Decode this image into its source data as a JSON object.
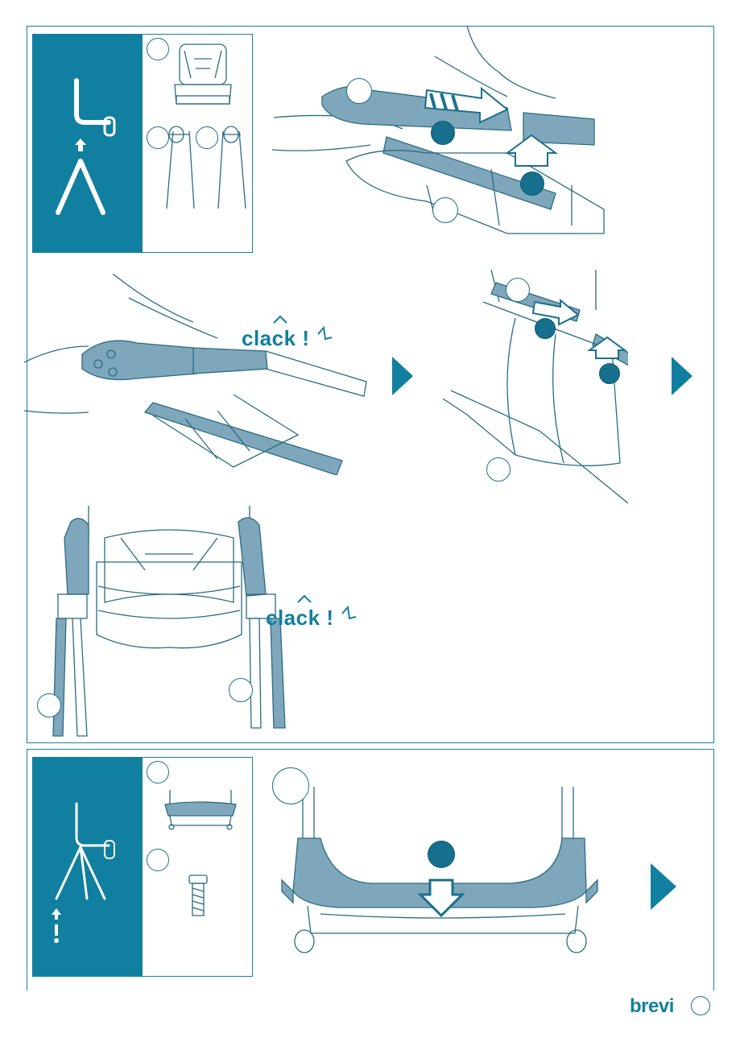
{
  "step_a": {
    "clack_1": "clack",
    "clack_1_mark": "!"
  },
  "step_b": {
    "clack_2": "clack",
    "clack_2_mark": "!"
  },
  "footer": {
    "brand": "brevi"
  },
  "colors": {
    "accent": "#117f9f",
    "line": "#2a6b82",
    "part_fill": "#7fa7bb"
  },
  "icons": {
    "next": "next-arrow-icon",
    "up": "up-arrow-icon",
    "down": "down-arrow-icon",
    "push": "push-arrow-icon"
  }
}
